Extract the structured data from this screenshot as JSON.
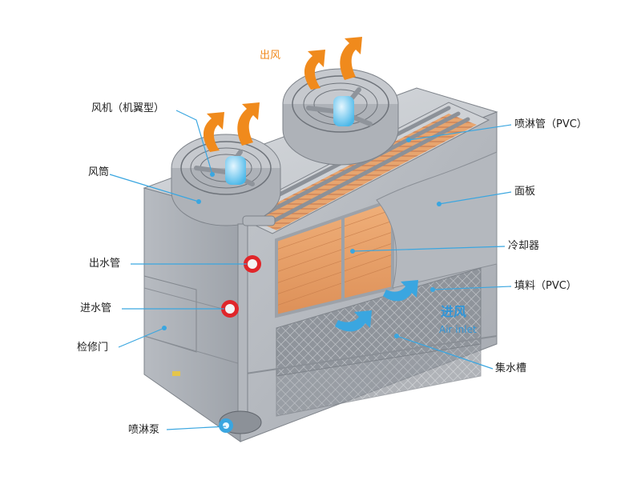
{
  "labels": {
    "air_out": "出风",
    "fan": "风机（机翼型）",
    "fan_cylinder": "风筒",
    "outlet_pipe": "出水管",
    "inlet_pipe": "进水管",
    "access_door": "检修门",
    "spray_pump": "喷淋泵",
    "spray_pipe": "喷淋管（PVC）",
    "panel": "面板",
    "cooler": "冷却器",
    "fill": "填料（PVC）",
    "air_inlet_cn": "进风",
    "air_inlet_en": "Air inlet",
    "water_basin": "集水槽"
  },
  "colors": {
    "leader_line": "#3aa6e0",
    "air_out_arrow": "#f08a1c",
    "air_in_arrow": "#3aa6e0",
    "coil": "#e8a36a",
    "casing": "#a9adb4",
    "pipe_flange": "#e0262a"
  }
}
